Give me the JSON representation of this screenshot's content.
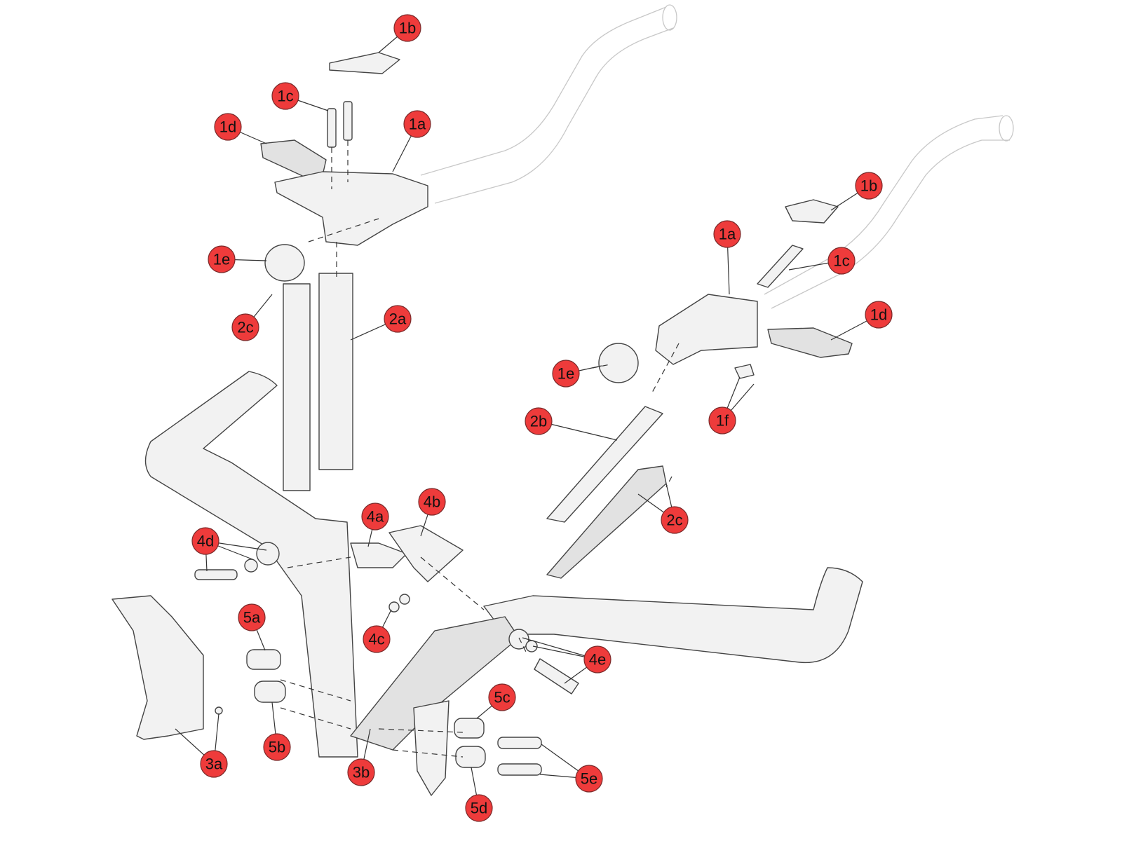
{
  "diagram": {
    "type": "exploded-parts-diagram",
    "callout_color": "#ee3b3b",
    "callouts": [
      {
        "label": "1b"
      },
      {
        "label": "1c"
      },
      {
        "label": "1d"
      },
      {
        "label": "1a"
      },
      {
        "label": "1e"
      },
      {
        "label": "2c"
      },
      {
        "label": "2a"
      },
      {
        "label": "1b"
      },
      {
        "label": "1a"
      },
      {
        "label": "1c"
      },
      {
        "label": "1d"
      },
      {
        "label": "1e"
      },
      {
        "label": "1f"
      },
      {
        "label": "2b"
      },
      {
        "label": "2c"
      },
      {
        "label": "4b"
      },
      {
        "label": "4a"
      },
      {
        "label": "4d"
      },
      {
        "label": "5a"
      },
      {
        "label": "4c"
      },
      {
        "label": "4e"
      },
      {
        "label": "5c"
      },
      {
        "label": "5b"
      },
      {
        "label": "3a"
      },
      {
        "label": "3b"
      },
      {
        "label": "5e"
      },
      {
        "label": "5d"
      }
    ]
  }
}
